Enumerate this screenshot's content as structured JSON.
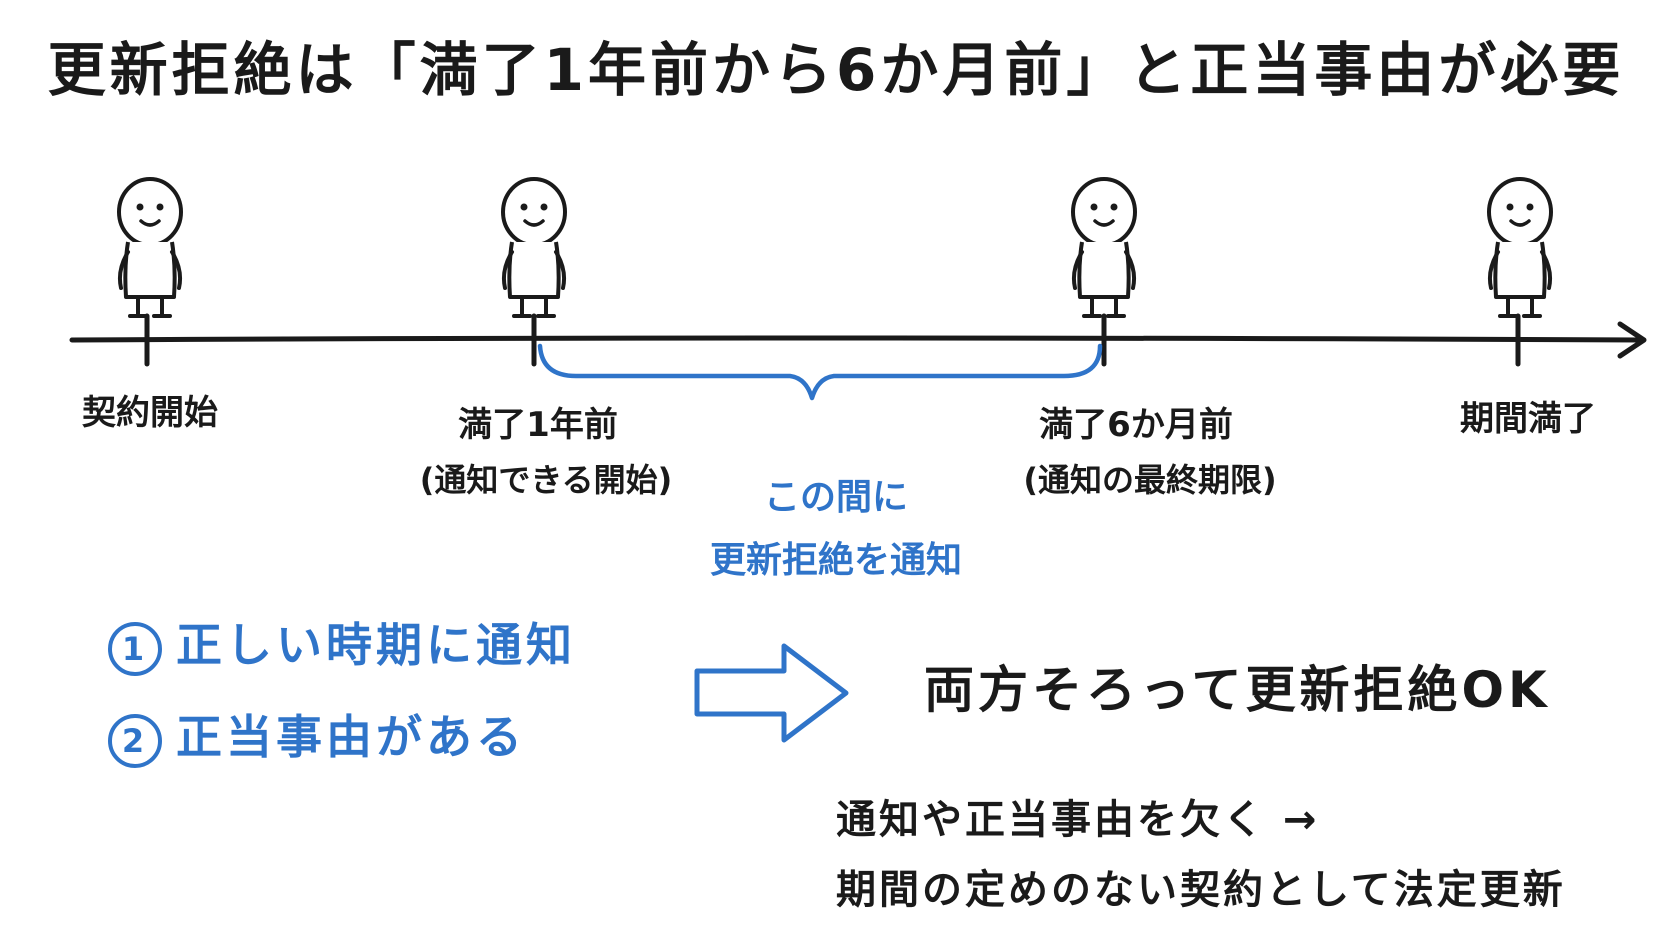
{
  "title": "更新拒絶は「満了1年前から6か月前」と正当事由が必要",
  "timeline": {
    "points": [
      {
        "label": "契約開始",
        "sub": ""
      },
      {
        "label": "満了1年前",
        "sub": "(通知できる開始)"
      },
      {
        "label": "満了6か月前",
        "sub": "(通知の最終期限)"
      },
      {
        "label": "期間満了",
        "sub": ""
      }
    ],
    "brace_caption_line1": "この間に",
    "brace_caption_line2": "更新拒絶を通知"
  },
  "conditions": [
    {
      "marker": "1",
      "text": "正しい時期に通知"
    },
    {
      "marker": "2",
      "text": "正当事由がある"
    }
  ],
  "result": "両方そろって更新拒絶OK",
  "note": {
    "line1": "通知や正当事由を欠く →",
    "line2": "期間の定めのない契約として法定更新"
  },
  "colors": {
    "ink": "#1a1a1a",
    "accent": "#2f74c9",
    "background": "#ffffff"
  },
  "icons": [
    "person-icon",
    "arrow-right-icon"
  ]
}
